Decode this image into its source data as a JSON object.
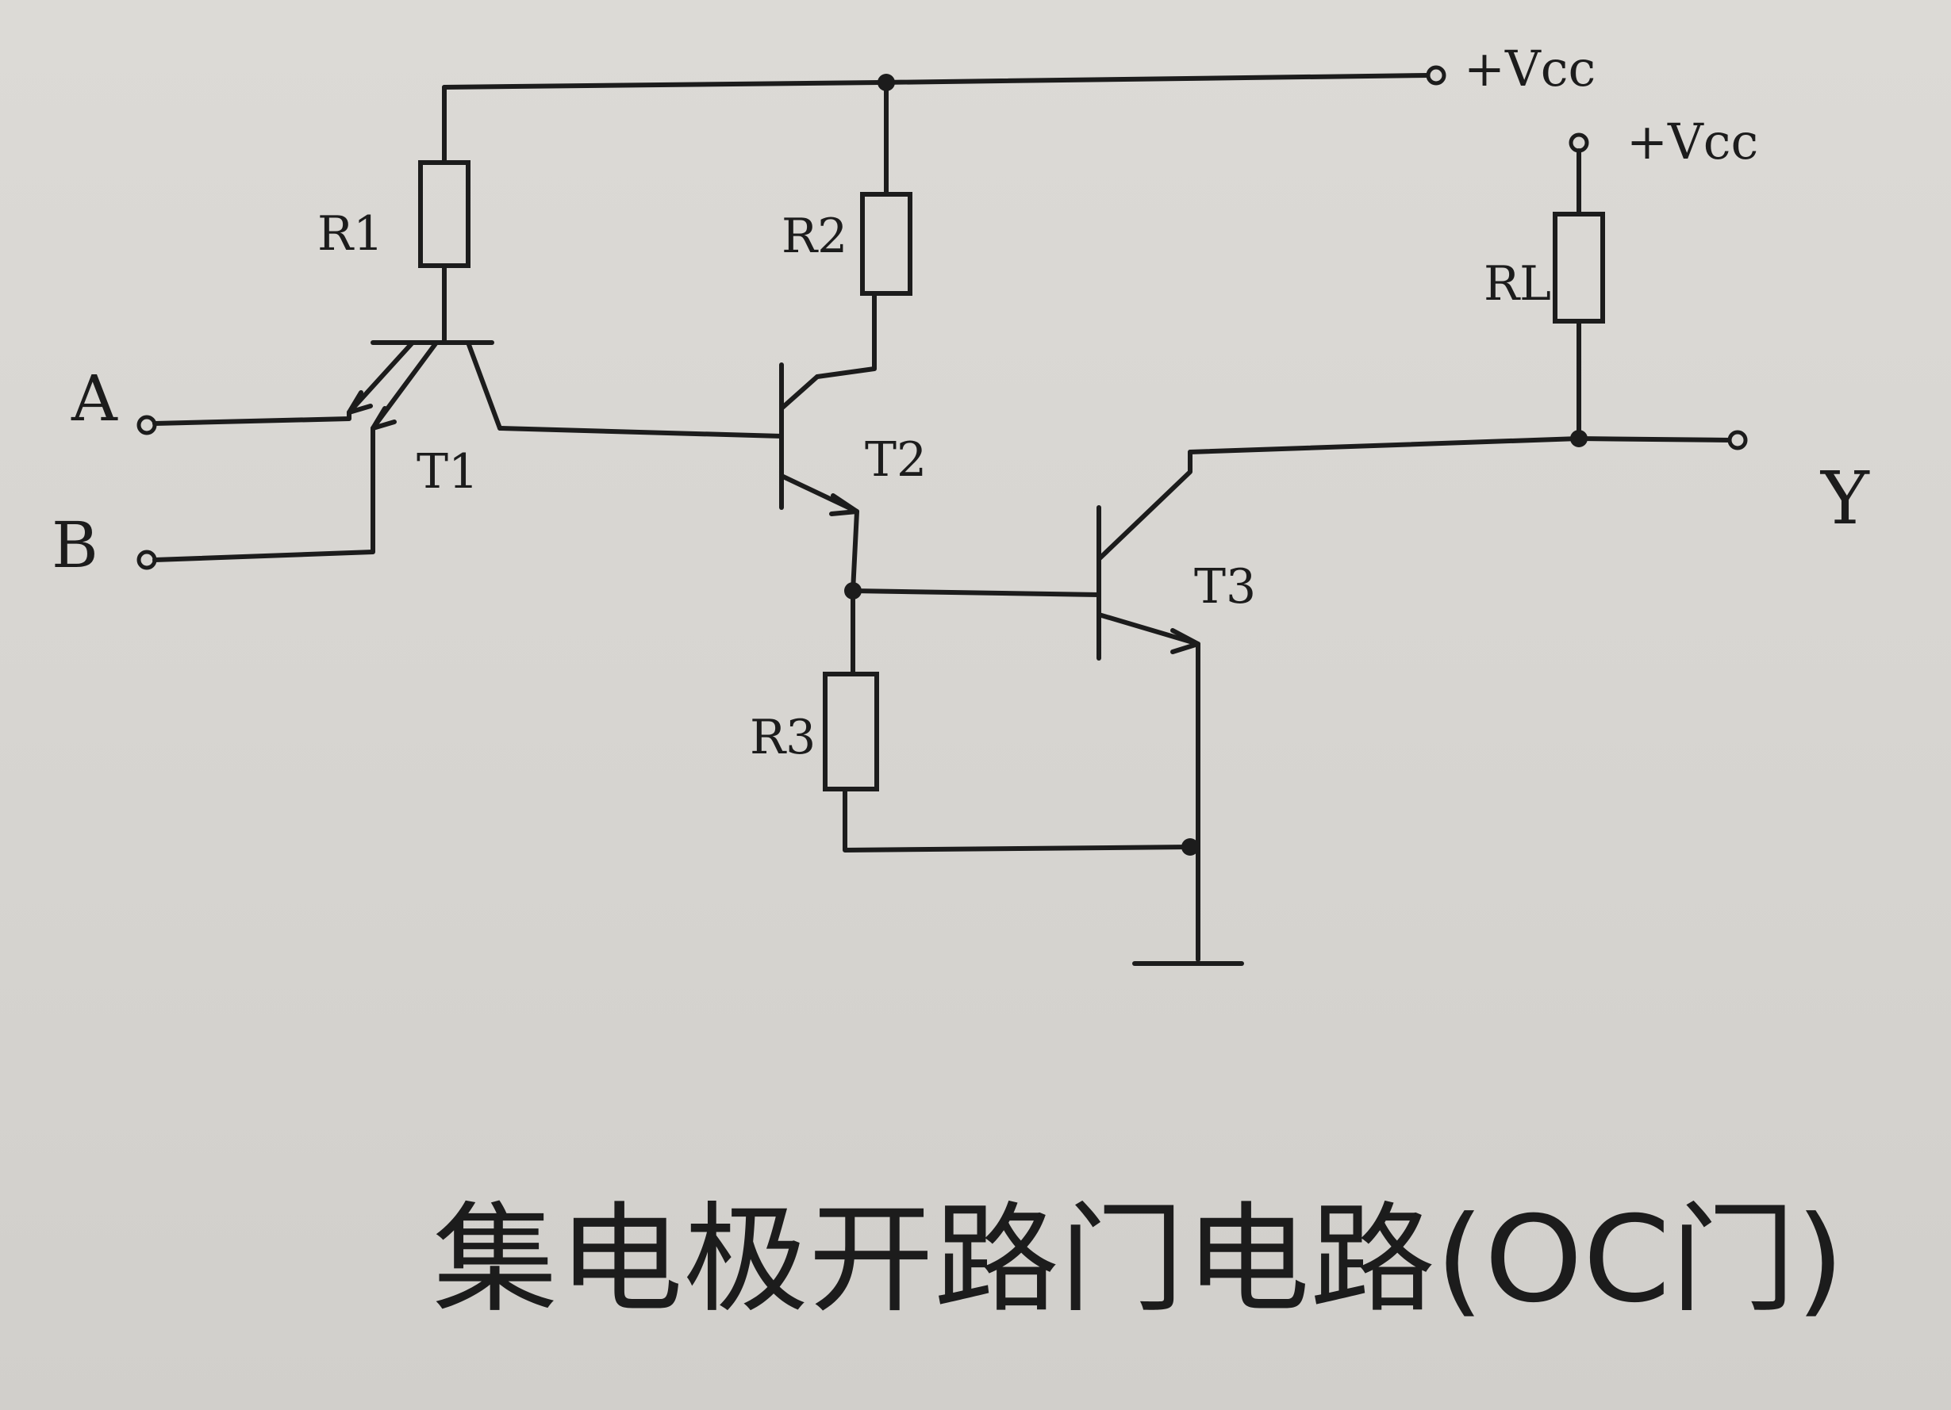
{
  "labels": {
    "vcc_top": "+Vcc",
    "vcc_right": "+Vcc",
    "r1": "R1",
    "r2": "R2",
    "r3": "R3",
    "rl": "RL",
    "t1": "T1",
    "t2": "T2",
    "t3": "T3",
    "input_a": "A",
    "input_b": "B",
    "output_y": "Y"
  },
  "caption": "集电极开路门电路(OC门)"
}
